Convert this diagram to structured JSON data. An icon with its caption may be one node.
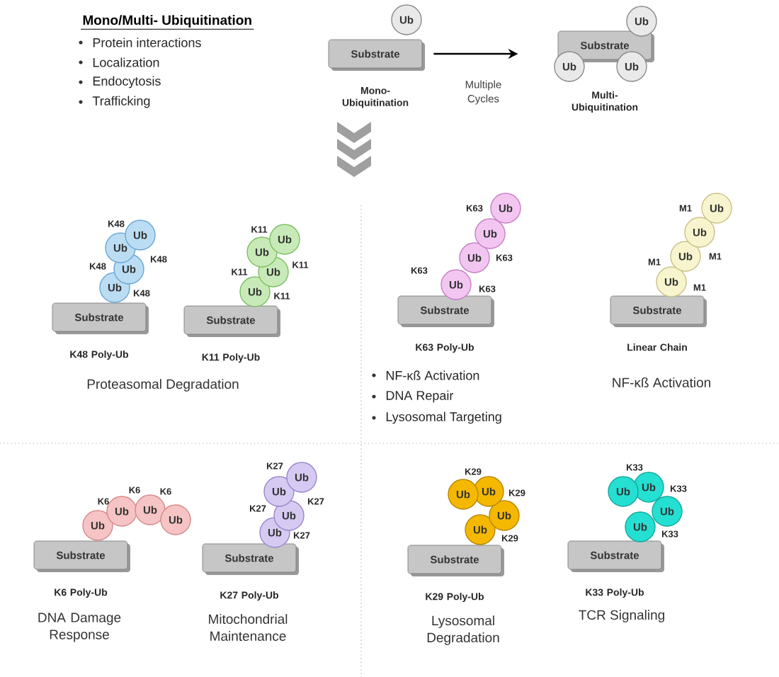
{
  "diagram": {
    "nodes": [
      {
        "text": [
          "Substrate"
        ],
        "beside": [
          "Mono- Ubiquitination"
        ]
      },
      {
        "text": [
          "Ub"
        ]
      },
      {
        "text": [
          "Substrate"
        ]
      },
      {
        "text": [
          "Ub"
        ]
      },
      {
        "text": [
          "Ub"
        ]
      },
      {
        "text": [
          "Ub"
        ]
      },
      {
        "text": [
          "Substrate"
        ],
        "beside": [
          "K48 Poly-Ub"
        ]
      },
      {
        "text": [
          "Ub"
        ]
      },
      {
        "text": [
          "Ub"
        ]
      },
      {
        "text": [
          "Ub"
        ]
      },
      {
        "text": [
          "Ub"
        ]
      },
      {
        "text": [
          "Substrate"
        ],
        "beside": [
          "K11 Poly-Ub"
        ]
      },
      {
        "text": [
          "Ub"
        ]
      },
      {
        "text": [
          "Ub"
        ]
      },
      {
        "text": [
          "Ub"
        ]
      },
      {
        "text": [
          "Ub"
        ]
      },
      {
        "text": [
          "Substrate"
        ],
        "beside": [
          "K63 Poly-Ub"
        ]
      },
      {
        "text": [
          "Ub"
        ]
      },
      {
        "text": [
          "Ub"
        ]
      },
      {
        "text": [
          "Ub"
        ]
      },
      {
        "text": [
          "Ub"
        ]
      },
      {
        "text": [
          "Substrate"
        ],
        "beside": [
          "Linear Chain"
        ]
      },
      {
        "text": [
          "Ub"
        ]
      },
      {
        "text": [
          "Ub"
        ]
      },
      {
        "text": [
          "Ub"
        ]
      },
      {
        "text": [
          "Ub"
        ]
      },
      {
        "text": [
          "Substrate"
        ],
        "beside": [
          "K6 Poly-Ub"
        ]
      },
      {
        "text": [
          "Ub"
        ]
      },
      {
        "text": [
          "Ub"
        ]
      },
      {
        "text": [
          "Ub"
        ]
      },
      {
        "text": [
          "Ub"
        ]
      },
      {
        "text": [
          "Substrate"
        ],
        "beside": [
          "K27 Poly-Ub"
        ]
      },
      {
        "text": [
          "Ub"
        ]
      },
      {
        "text": [
          "Ub"
        ]
      },
      {
        "text": [
          "Ub"
        ]
      },
      {
        "text": [
          "Ub"
        ]
      },
      {
        "text": [
          "Substrate"
        ],
        "beside": [
          "K29 Poly-Ub"
        ]
      },
      {
        "text": [
          "Ub"
        ]
      },
      {
        "text": [
          "Ub"
        ]
      },
      {
        "text": [
          "Ub"
        ]
      },
      {
        "text": [
          "Ub"
        ]
      },
      {
        "text": [
          "Substrate"
        ],
        "beside": [
          "K33 Poly-Ub"
        ]
      },
      {
        "text": [
          "Ub"
        ]
      },
      {
        "text": [
          "Ub"
        ]
      },
      {
        "text": [
          "Ub"
        ]
      },
      {
        "text": [
          "Ub"
        ]
      }
    ],
    "edges": [
      {
        "from": 0,
        "to": 2,
        "arrow": "to",
        "label": "Multiple Cycles"
      }
    ],
    "labels": [
      "Mono/Multi- Ubiquitination",
      "Protein interactions",
      "Localization",
      "Endocytosis",
      "Trafficking",
      "Multi- Ubiquitination",
      "K48",
      "K48",
      "K48",
      "K48",
      "K11",
      "K11",
      "K11",
      "K11",
      "Proteasomal Degradation",
      "K63",
      "K63",
      "K63",
      "K63",
      "M1",
      "M1",
      "M1",
      "M1",
      "NF-κß Activation",
      "DNA Repair",
      "Lysosomal Targeting",
      "NF-κß Activation",
      "K6",
      "K6",
      "K6",
      "K27",
      "K27",
      "K27",
      "K27",
      "DNA Damage Response",
      "Mitochondrial Maintenance",
      "K29",
      "K29",
      "K29",
      "K33",
      "K33",
      "K33",
      "Lysosomal Degradation",
      "TCR Signaling"
    ]
  }
}
